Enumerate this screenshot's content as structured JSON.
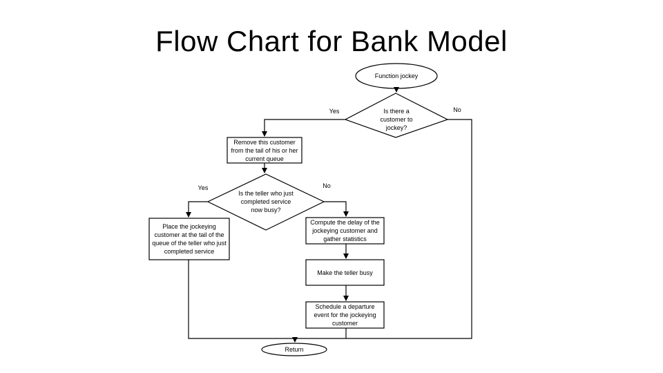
{
  "title": "Flow Chart for Bank Model",
  "nodes": {
    "start": "Function jockey",
    "decision_customer": "Is there a customer to jockey?",
    "remove": "Remove this customer from the tail of his or her current queue",
    "decision_teller": "Is the teller who just completed service now busy?",
    "place": "Place the jockeying customer at the tail of the queue of the teller who just completed service",
    "compute": "Compute the delay of the jockeying customer and gather statistics",
    "make_busy": "Make the teller busy",
    "schedule": "Schedule a departure event for the jockeying customer",
    "end": "Return"
  },
  "edge_labels": {
    "customer_yes": "Yes",
    "customer_no": "No",
    "teller_yes": "Yes",
    "teller_no": "No"
  }
}
